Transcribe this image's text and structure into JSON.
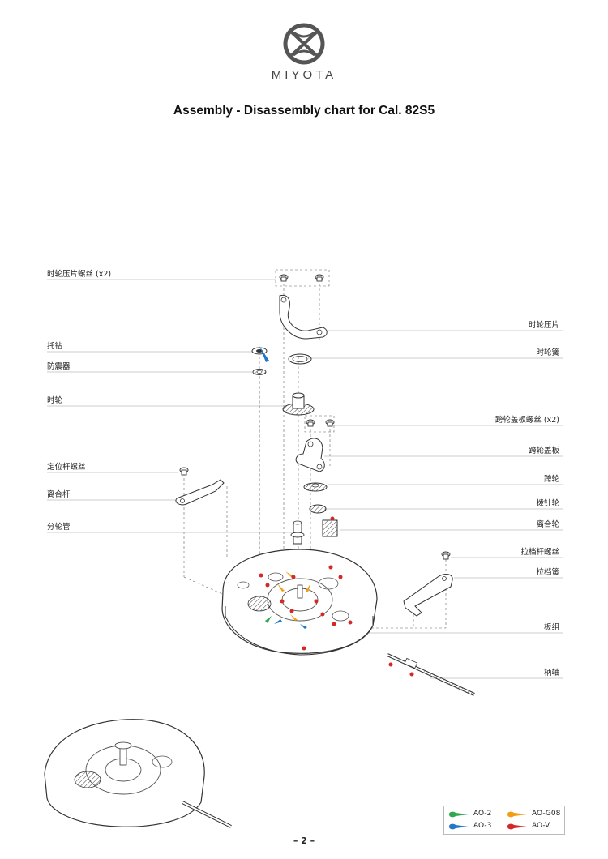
{
  "header": {
    "brand": "MIYOTA",
    "title": "Assembly - Disassembly chart for Cal. 82S5"
  },
  "labels": {
    "hour_wheel_plate_screw": "时轮压片螺丝 (x2)",
    "hour_wheel_plate": "时轮压片",
    "jewel_cap": "托钻",
    "hour_wheel_spring": "时轮簧",
    "shock_absorber": "防震器",
    "hour_wheel": "时轮",
    "minute_wheel_bridge_screw": "跨轮盖板螺丝 (x2)",
    "minute_wheel_bridge": "跨轮盖板",
    "setting_lever_screw": "定位杆螺丝",
    "minute_wheel": "跨轮",
    "clutch_lever": "离合杆",
    "setting_wheel": "拨针轮",
    "clutch_wheel": "离合轮",
    "cannon_pinion": "分轮管",
    "yoke_screw": "拉档杆螺丝",
    "yoke_spring": "拉档簧",
    "plate_assembly": "板组",
    "winding_stem": "柄轴"
  },
  "legend": {
    "items": [
      {
        "label": "AO-2",
        "color": "#2fa84f"
      },
      {
        "label": "AO-G08",
        "color": "#f39c12"
      },
      {
        "label": "AO-3",
        "color": "#1f78c8"
      },
      {
        "label": "AO-V",
        "color": "#d62728"
      }
    ]
  },
  "footer": {
    "page_number": "– 2 –"
  }
}
